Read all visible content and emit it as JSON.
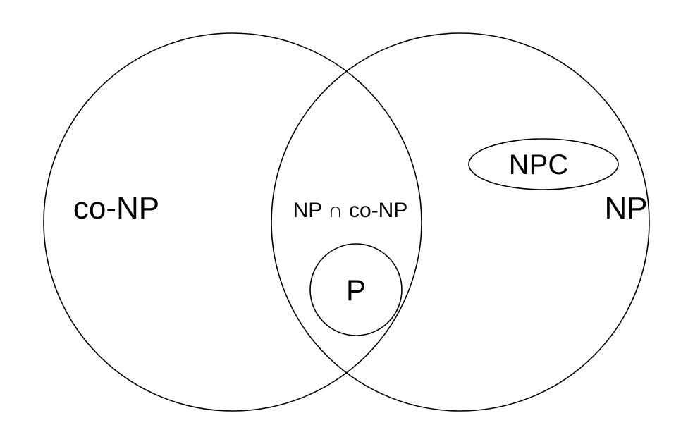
{
  "diagram": {
    "sets": {
      "co_np": {
        "label": "co-NP"
      },
      "np": {
        "label": "NP"
      },
      "intersection": {
        "label": "NP ∩ co-NP"
      },
      "p": {
        "label": "P"
      },
      "npc": {
        "label": "NPC"
      }
    },
    "stroke_color": "#000000",
    "background_color": "#ffffff"
  }
}
